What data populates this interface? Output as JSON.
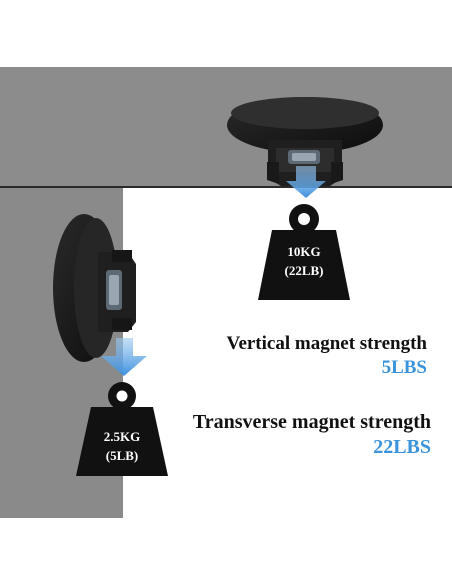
{
  "weights": {
    "vertical": {
      "line1": "10KG",
      "line2": "(22LB)"
    },
    "transverse": {
      "line1": "2.5KG",
      "line2": "(5LB)"
    }
  },
  "captions": {
    "vertical_title": "Vertical magnet strength",
    "vertical_value": "5LBS",
    "transverse_title": "Transverse magnet strength",
    "transverse_value": "22LBS"
  },
  "colors": {
    "ceiling": "#8c8c8c",
    "wall": "#8a8a8a",
    "accent_value": "#3a93db",
    "arrow": "#4a9fe6",
    "weight": "#111111"
  }
}
